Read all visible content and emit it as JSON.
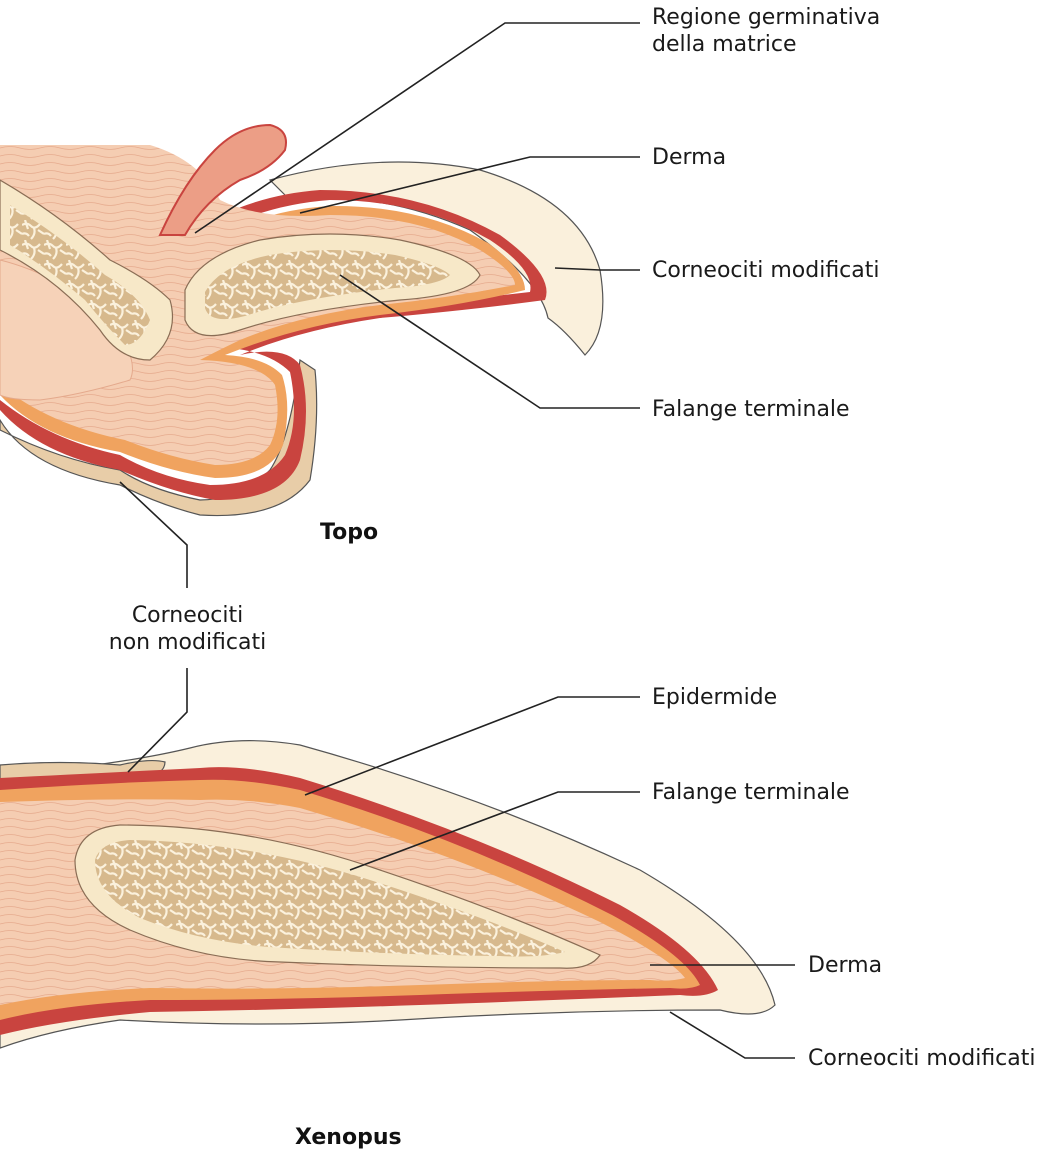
{
  "mouse": {
    "title": "Topo",
    "labels": {
      "germinal": [
        "Regione germinativa",
        "della matrice"
      ],
      "dermis": "Derma",
      "modified": "Corneociti modificati",
      "phalanx": "Falange terminale"
    }
  },
  "shared_label": [
    "Corneociti",
    "non modificati"
  ],
  "xenopus": {
    "title": "Xenopus",
    "labels": {
      "epidermis": "Epidermide",
      "phalanx": "Falange terminale",
      "dermis": "Derma",
      "modified": "Corneociti modificati"
    }
  },
  "colors": {
    "dermis": "#f5cdb2",
    "epidermis_orange": "#f0a35f",
    "epidermis_red": "#c9443f",
    "cornified": "#faf0dc",
    "unmodified_cornified": "#e8cda8",
    "bone_fill": "#d9bc92",
    "bone_rim": "#f7e8c8",
    "line": "#222222"
  }
}
